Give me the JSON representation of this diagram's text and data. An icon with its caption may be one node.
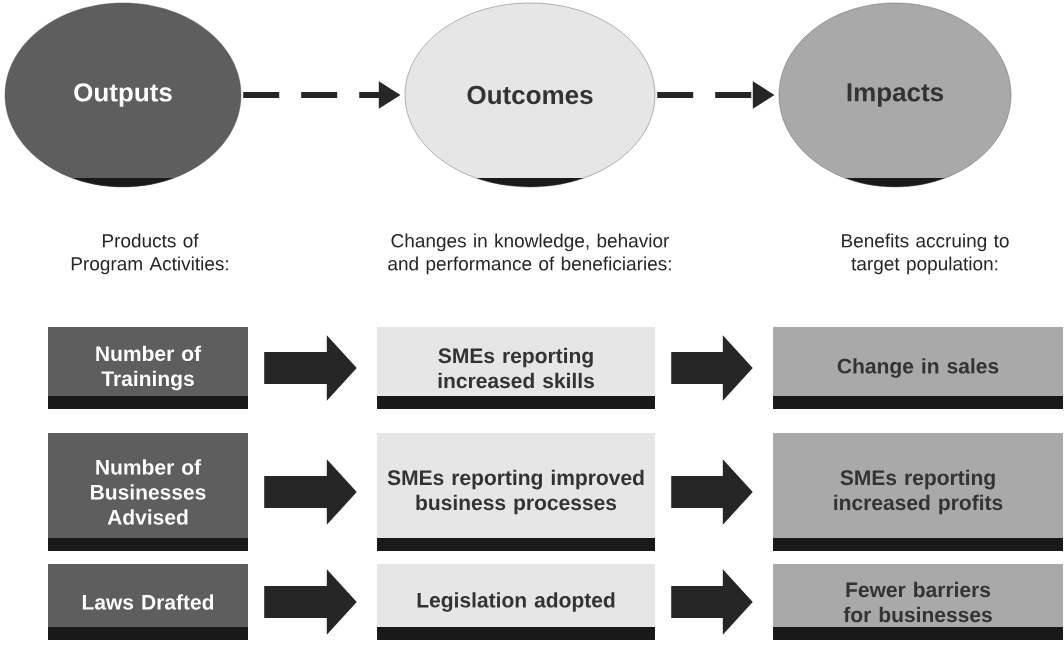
{
  "diagram": {
    "nodes": [
      {
        "text": [
          "Outputs"
        ]
      },
      {
        "text": [
          "Outcomes"
        ]
      },
      {
        "text": [
          "Impacts"
        ]
      },
      {
        "text": [
          "Number of Trainings"
        ]
      },
      {
        "text": [
          "SMEs reporting increased skills"
        ]
      },
      {
        "text": [
          "Change in sales"
        ]
      },
      {
        "text": [
          "Number of Businesses Advised"
        ]
      },
      {
        "text": [
          "SMEs reporting improved business processes"
        ]
      },
      {
        "text": [
          "SMEs reporting increased profits"
        ]
      },
      {
        "text": [
          "Laws Drafted"
        ]
      },
      {
        "text": [
          "Legislation adopted"
        ]
      },
      {
        "text": [
          "Fewer barriers for businesses"
        ]
      }
    ],
    "edges": [
      {
        "from": 0,
        "to": 1,
        "arrow": "to",
        "style": "dashed"
      },
      {
        "from": 1,
        "to": 2,
        "arrow": "to",
        "style": "dashed"
      },
      {
        "from": 3,
        "to": 4,
        "arrow": "to"
      },
      {
        "from": 4,
        "to": 5,
        "arrow": "to"
      },
      {
        "from": 6,
        "to": 7,
        "arrow": "to"
      },
      {
        "from": 7,
        "to": 8,
        "arrow": "to"
      },
      {
        "from": 9,
        "to": 10,
        "arrow": "to"
      },
      {
        "from": 10,
        "to": 11,
        "arrow": "to"
      }
    ],
    "labels": [
      "Products of Program Activities:",
      "Changes in knowledge, behavior and performance of beneficiaries:",
      "Benefits accruing to target population:"
    ]
  }
}
